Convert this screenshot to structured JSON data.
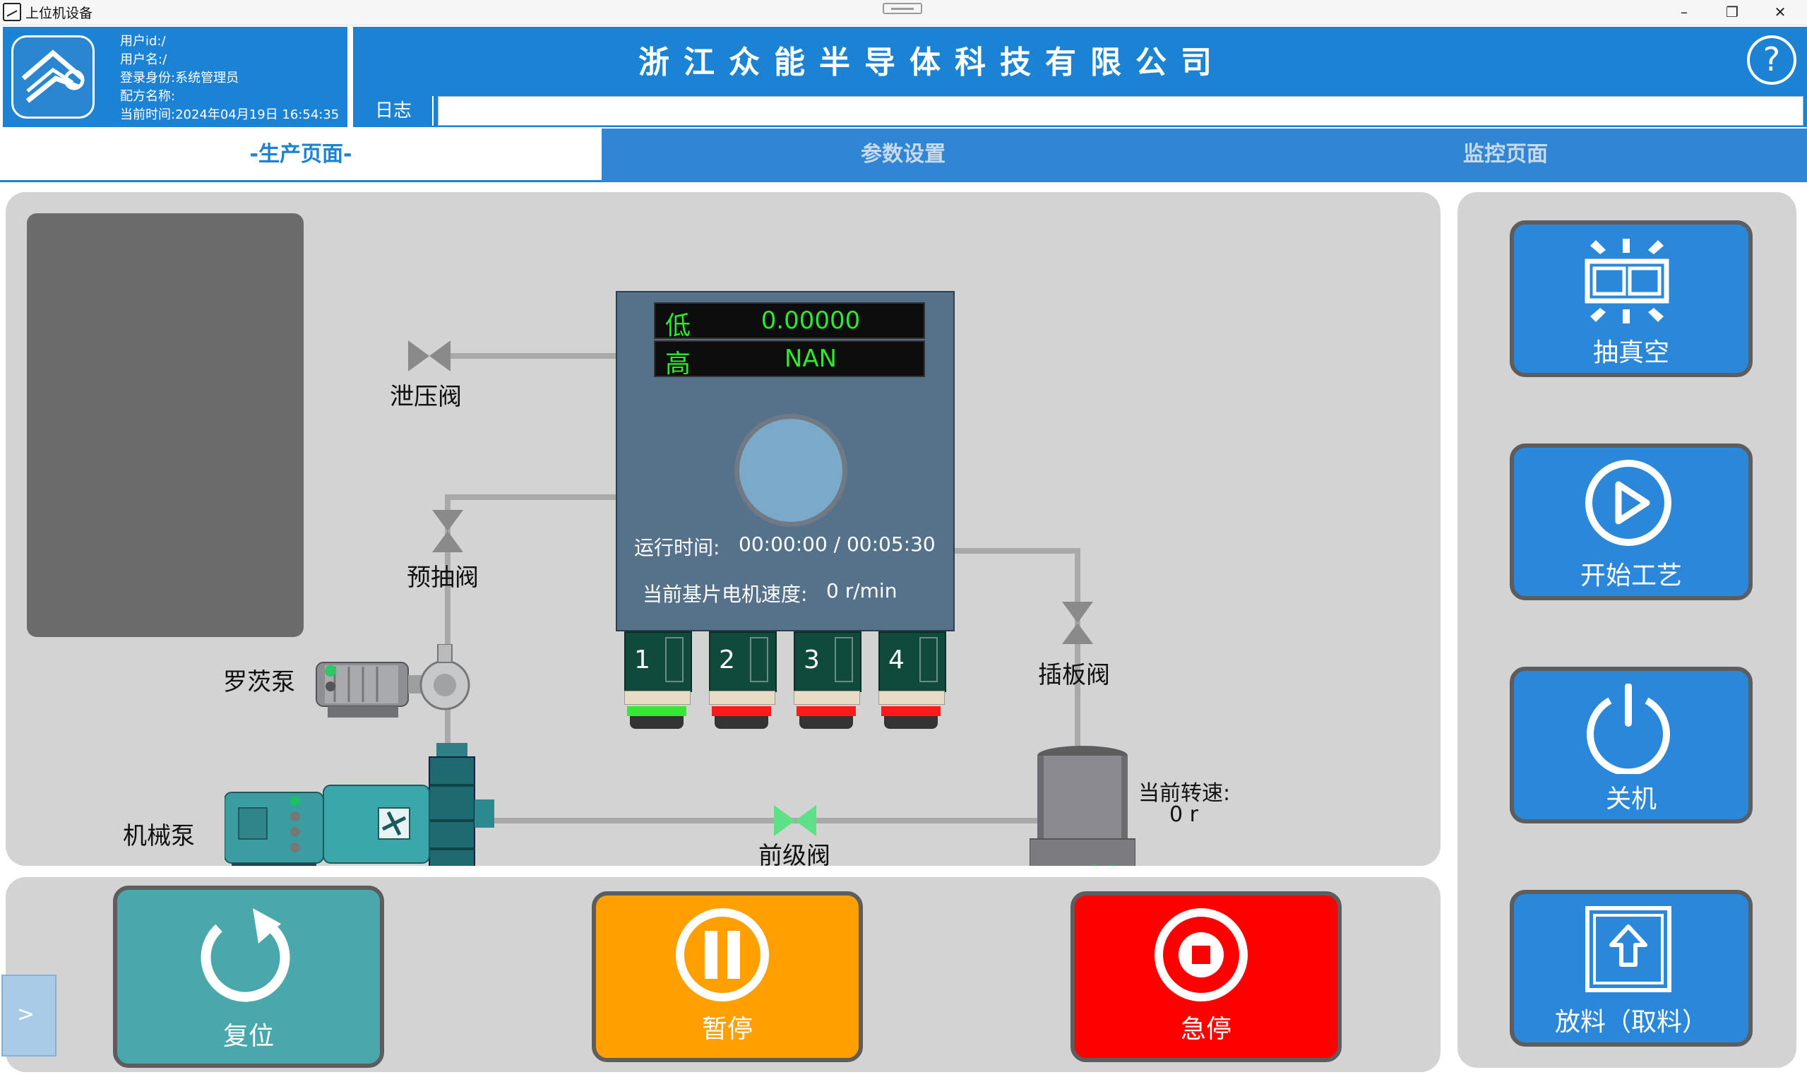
{
  "window": {
    "title": "上位机设备",
    "minimize": "–",
    "maximize": "❐",
    "close": "✕"
  },
  "user": {
    "id_line": "用户id:/",
    "name_line": "用户名:/",
    "role_line": "登录身份:系统管理员",
    "recipe_line": "配方名称:",
    "time_line": "当前时间:2024年04月19日 16:54:35"
  },
  "header": {
    "company": "浙江众能半导体科技有限公司",
    "help": "?"
  },
  "log": {
    "label": "日志",
    "value": ""
  },
  "tabs": [
    {
      "label": "-生产页面-",
      "active": true
    },
    {
      "label": "参数设置",
      "active": false
    },
    {
      "label": "监控页面",
      "active": false
    }
  ],
  "chamber": {
    "low_key": "低",
    "low_value": "0.00000",
    "high_key": "高",
    "high_value": "NAN",
    "run_time_label": "运行时间:",
    "run_time_value": "00:00:00 / 00:05:30",
    "motor_speed_label": "当前基片电机速度:",
    "motor_speed_value": "0 r/min"
  },
  "slots": [
    {
      "num": "1",
      "status_color": "#34e834"
    },
    {
      "num": "2",
      "status_color": "#ff1a1a"
    },
    {
      "num": "3",
      "status_color": "#ff1a1a"
    },
    {
      "num": "4",
      "status_color": "#ff1a1a"
    }
  ],
  "components": {
    "relief_valve": "泄压阀",
    "pre_pump_valve": "预抽阀",
    "roots_pump": "罗茨泵",
    "mech_pump": "机械泵",
    "fore_valve": "前级阀",
    "gate_valve": "插板阀",
    "current_speed_label": "当前转速:",
    "current_speed_value": "0 r"
  },
  "right_buttons": {
    "vacuum": "抽真空",
    "start": "开始工艺",
    "shutdown": "关机",
    "unload": "放料（取料）"
  },
  "bottom_buttons": {
    "reset": "复位",
    "pause": "暂停",
    "estop": "急停"
  },
  "side_handle": ">",
  "colors": {
    "header_blue": "#1c82d3",
    "tab_blue": "#2f86d4",
    "panel_gray": "#d3d3d3",
    "reset_teal": "#4aa8ad",
    "pause_orange": "#ffa000",
    "estop_red": "#ff0000",
    "action_blue": "#2b87d9",
    "fore_valve_green": "#5de086"
  }
}
